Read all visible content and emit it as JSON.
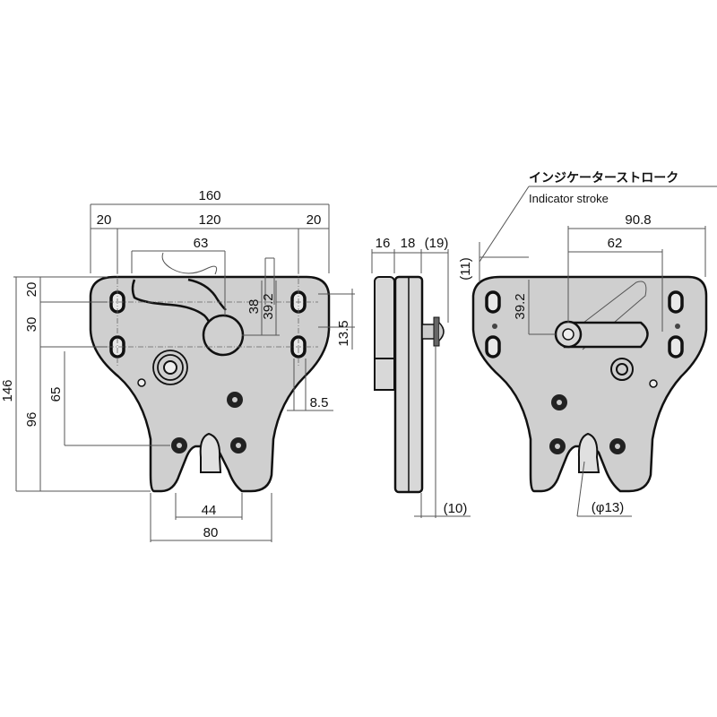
{
  "front_view": {
    "dims": {
      "overall_width": "160",
      "left_margin": "20",
      "hole_pitch": "120",
      "right_margin": "20",
      "handle_offset": "63",
      "handle_h1": "38",
      "handle_h2": "39.2",
      "right_offset": "13.5",
      "top_margin": "20",
      "hole_vpitch": "30",
      "overall_height": "146",
      "lower_height": "96",
      "bolt_height": "65",
      "edge_offset": "8.5",
      "notch_width": "44",
      "bottom_width": "80"
    }
  },
  "side_view": {
    "dims": {
      "d1": "16",
      "d2": "18",
      "d3": "(19)",
      "pin": "(10)"
    }
  },
  "rear_view": {
    "label_jp": "インジケーターストローク",
    "label_en": "Indicator stroke",
    "dims": {
      "overall": "90.8",
      "lever": "62",
      "top_gap": "(11)",
      "lever_height": "39.2",
      "hole_dia": "(φ13)"
    }
  }
}
